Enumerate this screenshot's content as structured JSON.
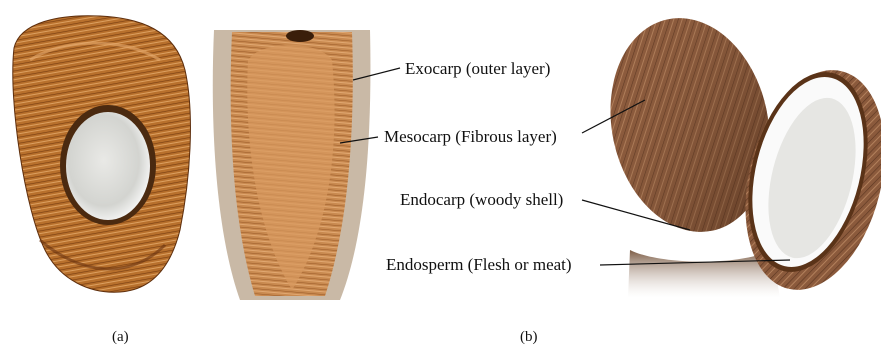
{
  "panels": {
    "a": "(a)",
    "b": "(b)"
  },
  "labels": {
    "exocarp": "Exocarp (outer layer)",
    "mesocarp": "Mesocarp (Fibrous layer)",
    "endocarp": "Endocarp (woody shell)",
    "endosperm": "Endosperm (Flesh or meat)"
  },
  "colors": {
    "husk_dark": "#7a3f12",
    "husk_mid": "#b8702c",
    "husk_light": "#d9955a",
    "flesh": "#f4f4f2",
    "shell_brown": "#8b5a3c"
  }
}
